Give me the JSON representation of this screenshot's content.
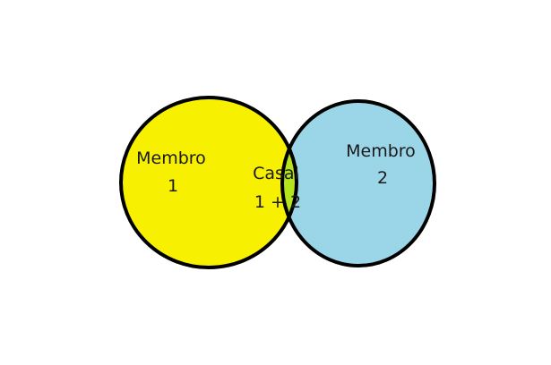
{
  "diagram": {
    "type": "venn",
    "sets": [
      {
        "key": "left",
        "label_line1": "Membro",
        "label_line2": "1",
        "color": "#f7f000"
      },
      {
        "key": "right",
        "label_line1": "Membro",
        "label_line2": "2",
        "color": "#9bd6e8"
      }
    ],
    "intersection": {
      "label_line1": "Casal",
      "label_line2": "1 + 2",
      "color": "#b5e51d"
    },
    "outline_color": "#000000",
    "background_color": "#ffffff"
  }
}
